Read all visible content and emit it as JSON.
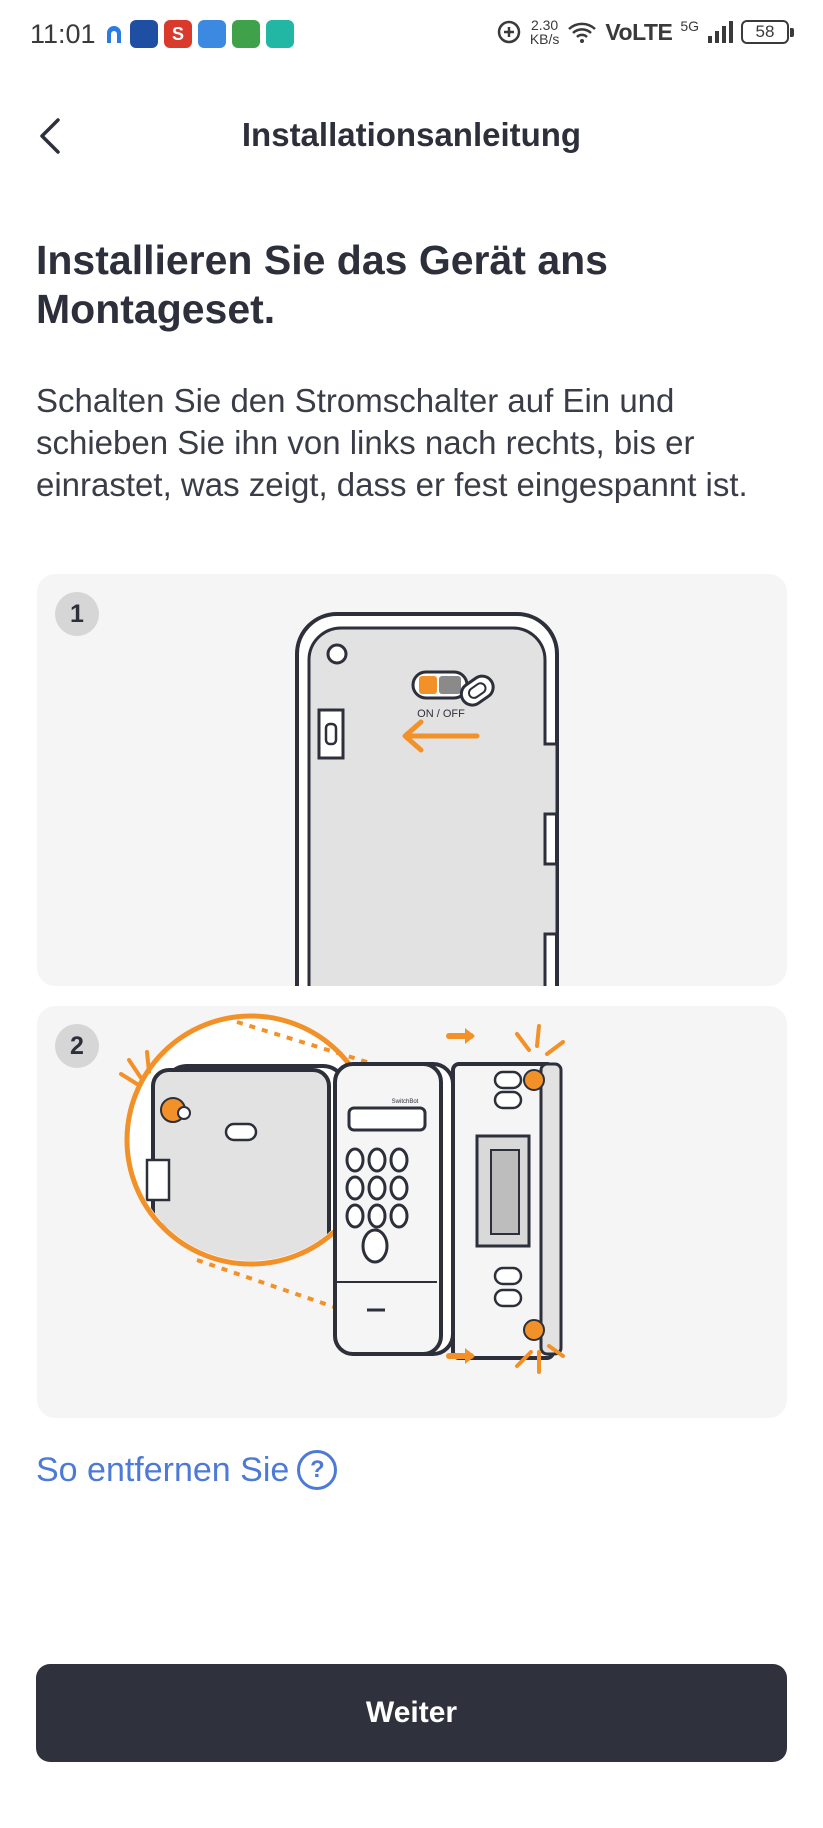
{
  "status_bar": {
    "time": "11:01",
    "net_speed_value": "2.30",
    "net_speed_unit": "KB/s",
    "network": "VoLTE",
    "signal": "5G",
    "battery": "58"
  },
  "header": {
    "title": "Installationsanleitung",
    "back_icon": "chevron-left-icon"
  },
  "main": {
    "heading": "Installieren Sie das Gerät ans Montageset.",
    "description": "Schalten Sie den Stromschalter auf Ein und schieben Sie ihn von links nach rechts, bis er einrastet, was zeigt, dass er fest eingespannt ist.",
    "steps": [
      {
        "number": "1",
        "switch_label": "ON / OFF"
      },
      {
        "number": "2",
        "brand_label": "SwitchBot"
      }
    ]
  },
  "remove_link": {
    "label": "So entfernen Sie",
    "icon": "help-circle-icon",
    "icon_glyph": "?"
  },
  "footer": {
    "next_label": "Weiter"
  },
  "colors": {
    "accent_orange": "#f39129",
    "link_blue": "#4d7ad6",
    "button_dark": "#2f323d",
    "panel_bg": "#f5f5f5"
  }
}
